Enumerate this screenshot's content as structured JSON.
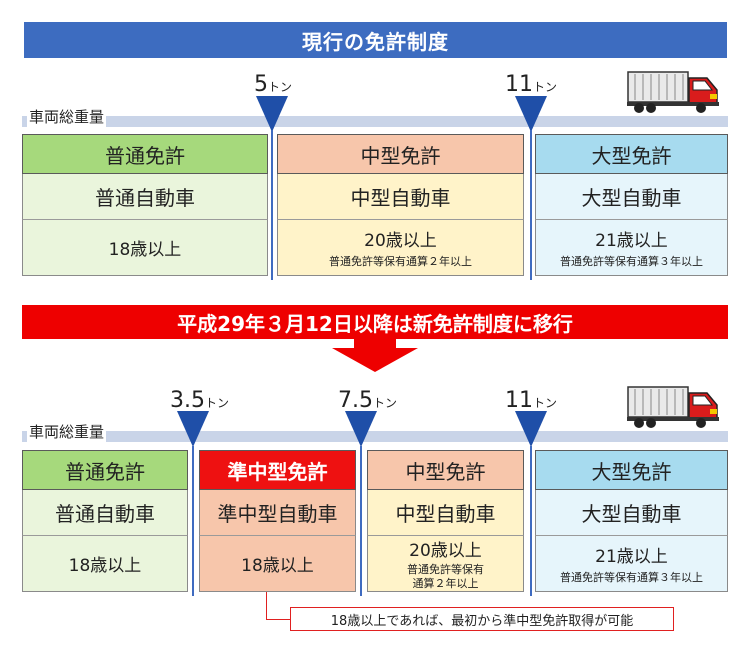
{
  "top": {
    "title": "現行の免許制度",
    "axis_label": "車両総重量",
    "thresholds": [
      {
        "value": "5",
        "unit": "トン"
      },
      {
        "value": "11",
        "unit": "トン"
      }
    ],
    "columns": [
      {
        "license": "普通免許",
        "vehicle": "普通自動車",
        "age": "18歳以上",
        "note": ""
      },
      {
        "license": "中型免許",
        "vehicle": "中型自動車",
        "age": "20歳以上",
        "note": "普通免許等保有通算２年以上"
      },
      {
        "license": "大型免許",
        "vehicle": "大型自動車",
        "age": "21歳以上",
        "note": "普通免許等保有通算３年以上"
      }
    ]
  },
  "transition": {
    "text": "平成29年３月12日以降は新免許制度に移行"
  },
  "bottom": {
    "axis_label": "車両総重量",
    "thresholds": [
      {
        "value": "3.5",
        "unit": "トン"
      },
      {
        "value": "7.5",
        "unit": "トン"
      },
      {
        "value": "11",
        "unit": "トン"
      }
    ],
    "columns": [
      {
        "license": "普通免許",
        "vehicle": "普通自動車",
        "age": "18歳以上",
        "note1": "",
        "note2": ""
      },
      {
        "license": "準中型免許",
        "vehicle": "準中型自動車",
        "age": "18歳以上",
        "note1": "",
        "note2": ""
      },
      {
        "license": "中型免許",
        "vehicle": "中型自動車",
        "age": "20歳以上",
        "note1": "普通免許等保有",
        "note2": "通算２年以上"
      },
      {
        "license": "大型免許",
        "vehicle": "大型自動車",
        "age": "21歳以上",
        "note1": "普通免許等保有通算３年以上",
        "note2": ""
      }
    ],
    "callout": "18歳以上であれば、最初から準中型免許取得が可能"
  },
  "colors": {
    "banner_blue": "#3d6cc0",
    "banner_red": "#ee0000",
    "marker_blue": "#1f4fa8"
  },
  "icons": [
    "truck-icon",
    "down-arrow-icon",
    "triangle-marker-icon"
  ]
}
